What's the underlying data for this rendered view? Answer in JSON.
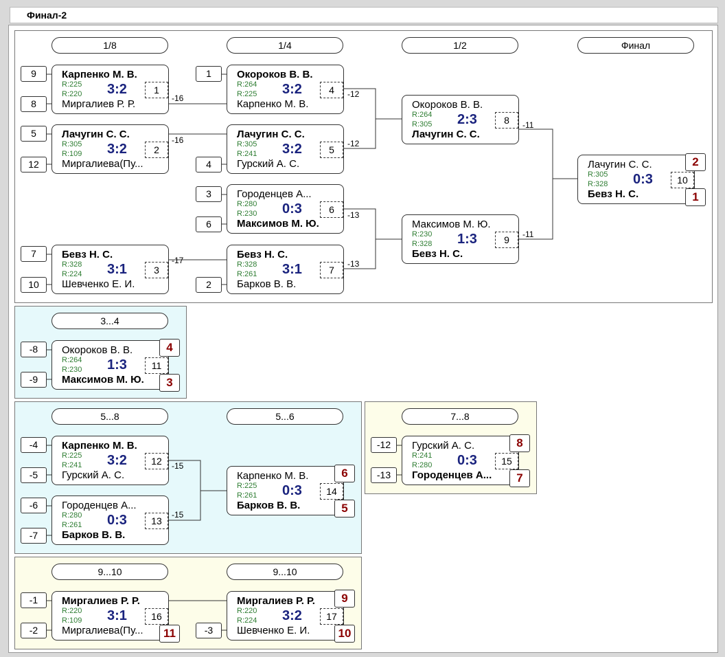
{
  "title": "Финал-2",
  "colors": {
    "cyan_panel": "#e6f9fb",
    "yellow_panel": "#fdfde9",
    "score": "#1a237e",
    "rating": "#2e7d32",
    "place": "#8b0000"
  },
  "rounds": {
    "r8": "1/8",
    "r4": "1/4",
    "r2": "1/2",
    "final": "Финал",
    "p34": "3...4",
    "p58": "5...8",
    "p56": "5...6",
    "p78": "7...8",
    "p910a": "9...10",
    "p910b": "9...10"
  },
  "seeds": {
    "s9": "9",
    "s8": "8",
    "s5": "5",
    "s12": "12",
    "s7": "7",
    "s10": "10",
    "s1": "1",
    "s4": "4",
    "s3": "3",
    "s6": "6",
    "s2": "2",
    "m8a": "-8",
    "m9a": "-9",
    "m4": "-4",
    "m5": "-5",
    "m6": "-6",
    "m7": "-7",
    "m12": "-12",
    "m13": "-13",
    "m1": "-1",
    "m2": "-2",
    "m3": "-3"
  },
  "matches": {
    "m1": {
      "p1": "Карпенко М. В.",
      "p2": "Миргалиев Р. Р.",
      "r1": "R:225",
      "r2": "R:220",
      "score": "3:2",
      "no": "1"
    },
    "m2": {
      "p1": "Лачугин С. С.",
      "p2": "Миргалиева(Пу...",
      "r1": "R:305",
      "r2": "R:109",
      "score": "3:2",
      "no": "2"
    },
    "m3": {
      "p1": "Бевз Н. С.",
      "p2": "Шевченко Е. И.",
      "r1": "R:328",
      "r2": "R:224",
      "score": "3:1",
      "no": "3"
    },
    "m4": {
      "p1": "Окороков В. В.",
      "p2": "Карпенко М. В.",
      "r1": "R:264",
      "r2": "R:225",
      "score": "3:2",
      "no": "4"
    },
    "m5": {
      "p1": "Лачугин С. С.",
      "p2": "Гурский А. С.",
      "r1": "R:305",
      "r2": "R:241",
      "score": "3:2",
      "no": "5"
    },
    "m6": {
      "p1": "Городенцев А...",
      "p2": "Максимов М. Ю.",
      "r1": "R:280",
      "r2": "R:230",
      "score": "0:3",
      "no": "6"
    },
    "m7": {
      "p1": "Бевз Н. С.",
      "p2": "Барков В. В.",
      "r1": "R:328",
      "r2": "R:261",
      "score": "3:1",
      "no": "7"
    },
    "m8": {
      "p1": "Окороков В. В.",
      "p2": "Лачугин С. С.",
      "r1": "R:264",
      "r2": "R:305",
      "score": "2:3",
      "no": "8"
    },
    "m9": {
      "p1": "Максимов М. Ю.",
      "p2": "Бевз Н. С.",
      "r1": "R:230",
      "r2": "R:328",
      "score": "1:3",
      "no": "9"
    },
    "m10": {
      "p1": "Лачугин С. С.",
      "p2": "Бевз Н. С.",
      "r1": "R:305",
      "r2": "R:328",
      "score": "0:3",
      "no": "10"
    },
    "m11": {
      "p1": "Окороков В. В.",
      "p2": "Максимов М. Ю.",
      "r1": "R:264",
      "r2": "R:230",
      "score": "1:3",
      "no": "11"
    },
    "m12": {
      "p1": "Карпенко М. В.",
      "p2": "Гурский А. С.",
      "r1": "R:225",
      "r2": "R:241",
      "score": "3:2",
      "no": "12"
    },
    "m13": {
      "p1": "Городенцев А...",
      "p2": "Барков В. В.",
      "r1": "R:280",
      "r2": "R:261",
      "score": "0:3",
      "no": "13"
    },
    "m14": {
      "p1": "Карпенко М. В.",
      "p2": "Барков В. В.",
      "r1": "R:225",
      "r2": "R:261",
      "score": "0:3",
      "no": "14"
    },
    "m15": {
      "p1": "Гурский А. С.",
      "p2": "Городенцев А...",
      "r1": "R:241",
      "r2": "R:280",
      "score": "0:3",
      "no": "15"
    },
    "m16": {
      "p1": "Миргалиев Р. Р.",
      "p2": "Миргалиева(Пу...",
      "r1": "R:220",
      "r2": "R:109",
      "score": "3:1",
      "no": "16"
    },
    "m17": {
      "p1": "Миргалиев Р. Р.",
      "p2": "Шевченко Е. И.",
      "r1": "R:220",
      "r2": "R:224",
      "score": "3:2",
      "no": "17"
    }
  },
  "places": {
    "f_top": "2",
    "f_bot": "1",
    "t34_top": "4",
    "t34_bot": "3",
    "t56_top": "6",
    "t56_bot": "5",
    "t78_top": "8",
    "t78_bot": "7",
    "t910_top": "9",
    "t910_bot": "10",
    "t1112": "11"
  },
  "loser_labels": {
    "l16a": "-16",
    "l16b": "-16",
    "l17": "-17",
    "l12a": "-12",
    "l12b": "-12",
    "l13a": "-13",
    "l13b": "-13",
    "l11a": "-11",
    "l11b": "-11",
    "l15a": "-15",
    "l15b": "-15"
  }
}
